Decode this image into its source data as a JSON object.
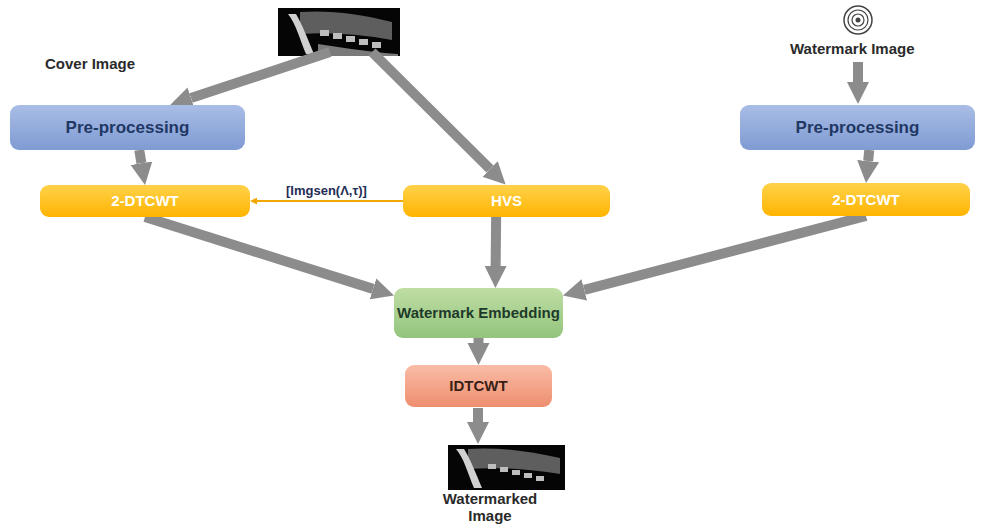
{
  "diagram": {
    "nodes": [
      {
        "text": [
          "Pre-processing"
        ]
      },
      {
        "text": [
          "2-DTCWT"
        ]
      },
      {
        "text": [
          "HVS"
        ]
      },
      {
        "text": [
          "Pre-processing"
        ]
      },
      {
        "text": [
          "2-DTCWT"
        ]
      },
      {
        "text": [
          "Watermark Embedding"
        ]
      },
      {
        "text": [
          "IDTCWT"
        ]
      }
    ],
    "edges": [
      {
        "from": 0,
        "to": 1,
        "arrow": "to"
      },
      {
        "from": 2,
        "to": 1,
        "label": "[Imgsen(Λ,τ)]",
        "arrow": "to"
      },
      {
        "from": 1,
        "to": 5,
        "arrow": "to"
      },
      {
        "from": 2,
        "to": 5,
        "arrow": "to"
      },
      {
        "from": 3,
        "to": 4,
        "arrow": "to"
      },
      {
        "from": 4,
        "to": 5,
        "arrow": "to"
      },
      {
        "from": 5,
        "to": 6,
        "arrow": "to"
      }
    ],
    "labels": [
      "Cover Image",
      "Watermark Image",
      "Watermarked Image"
    ]
  }
}
